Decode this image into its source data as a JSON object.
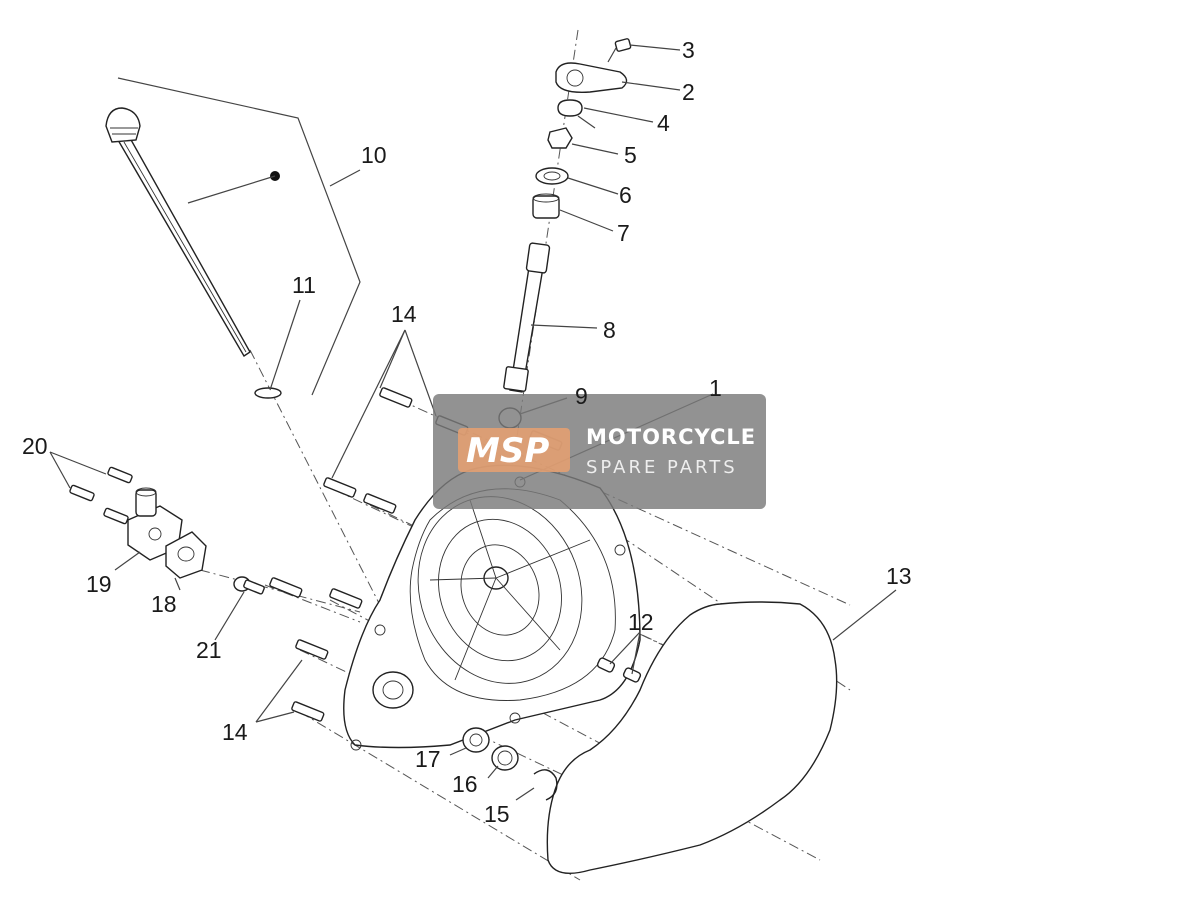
{
  "callouts": [
    {
      "id": "c1",
      "label": "1"
    },
    {
      "id": "c2",
      "label": "2"
    },
    {
      "id": "c3",
      "label": "3"
    },
    {
      "id": "c4",
      "label": "4"
    },
    {
      "id": "c5",
      "label": "5"
    },
    {
      "id": "c6",
      "label": "6"
    },
    {
      "id": "c7",
      "label": "7"
    },
    {
      "id": "c8",
      "label": "8"
    },
    {
      "id": "c9",
      "label": "9"
    },
    {
      "id": "c10",
      "label": "10"
    },
    {
      "id": "c11",
      "label": "11"
    },
    {
      "id": "c12",
      "label": "12"
    },
    {
      "id": "c13",
      "label": "13"
    },
    {
      "id": "c14a",
      "label": "14"
    },
    {
      "id": "c14b",
      "label": "14"
    },
    {
      "id": "c15",
      "label": "15"
    },
    {
      "id": "c16",
      "label": "16"
    },
    {
      "id": "c17",
      "label": "17"
    },
    {
      "id": "c18",
      "label": "18"
    },
    {
      "id": "c19",
      "label": "19"
    },
    {
      "id": "c20",
      "label": "20"
    },
    {
      "id": "c21",
      "label": "21"
    }
  ],
  "watermark": {
    "mark": "MSP",
    "title": "MOTORCYCLE",
    "subtitle": "SPARE PARTS",
    "box_color": "#7a7a7a",
    "accent_color": "#e8a070"
  }
}
